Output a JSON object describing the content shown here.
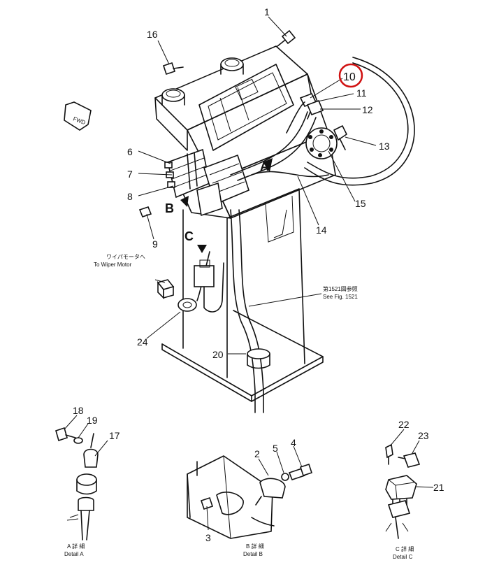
{
  "callouts": {
    "n1": "1",
    "n2": "2",
    "n3": "3",
    "n4": "4",
    "n5": "5",
    "n6": "6",
    "n7": "7",
    "n8": "8",
    "n9": "9",
    "n10": "10",
    "n11": "11",
    "n12": "12",
    "n13": "13",
    "n14": "14",
    "n15": "15",
    "n16": "16",
    "n17": "17",
    "n18": "18",
    "n19": "19",
    "n20": "20",
    "n21": "21",
    "n22": "22",
    "n23": "23",
    "n24": "24"
  },
  "views": {
    "a": "A",
    "b": "B",
    "c": "C"
  },
  "notes": {
    "wiper_jp": "ワイパモータへ",
    "wiper_en": "To Wiper Motor",
    "fig_jp": "第1521図参照",
    "fig_en": "See Fig. 1521",
    "detail_a_jp": "A 詳 細",
    "detail_a_en": "Detail A",
    "detail_b_jp": "B 詳 細",
    "detail_b_en": "Detail B",
    "detail_c_jp": "C 詳 細",
    "detail_c_en": "Detail C",
    "fwd": "FWD"
  },
  "colors": {
    "line": "#111111",
    "highlight": "#d01010",
    "paper": "#ffffff"
  }
}
